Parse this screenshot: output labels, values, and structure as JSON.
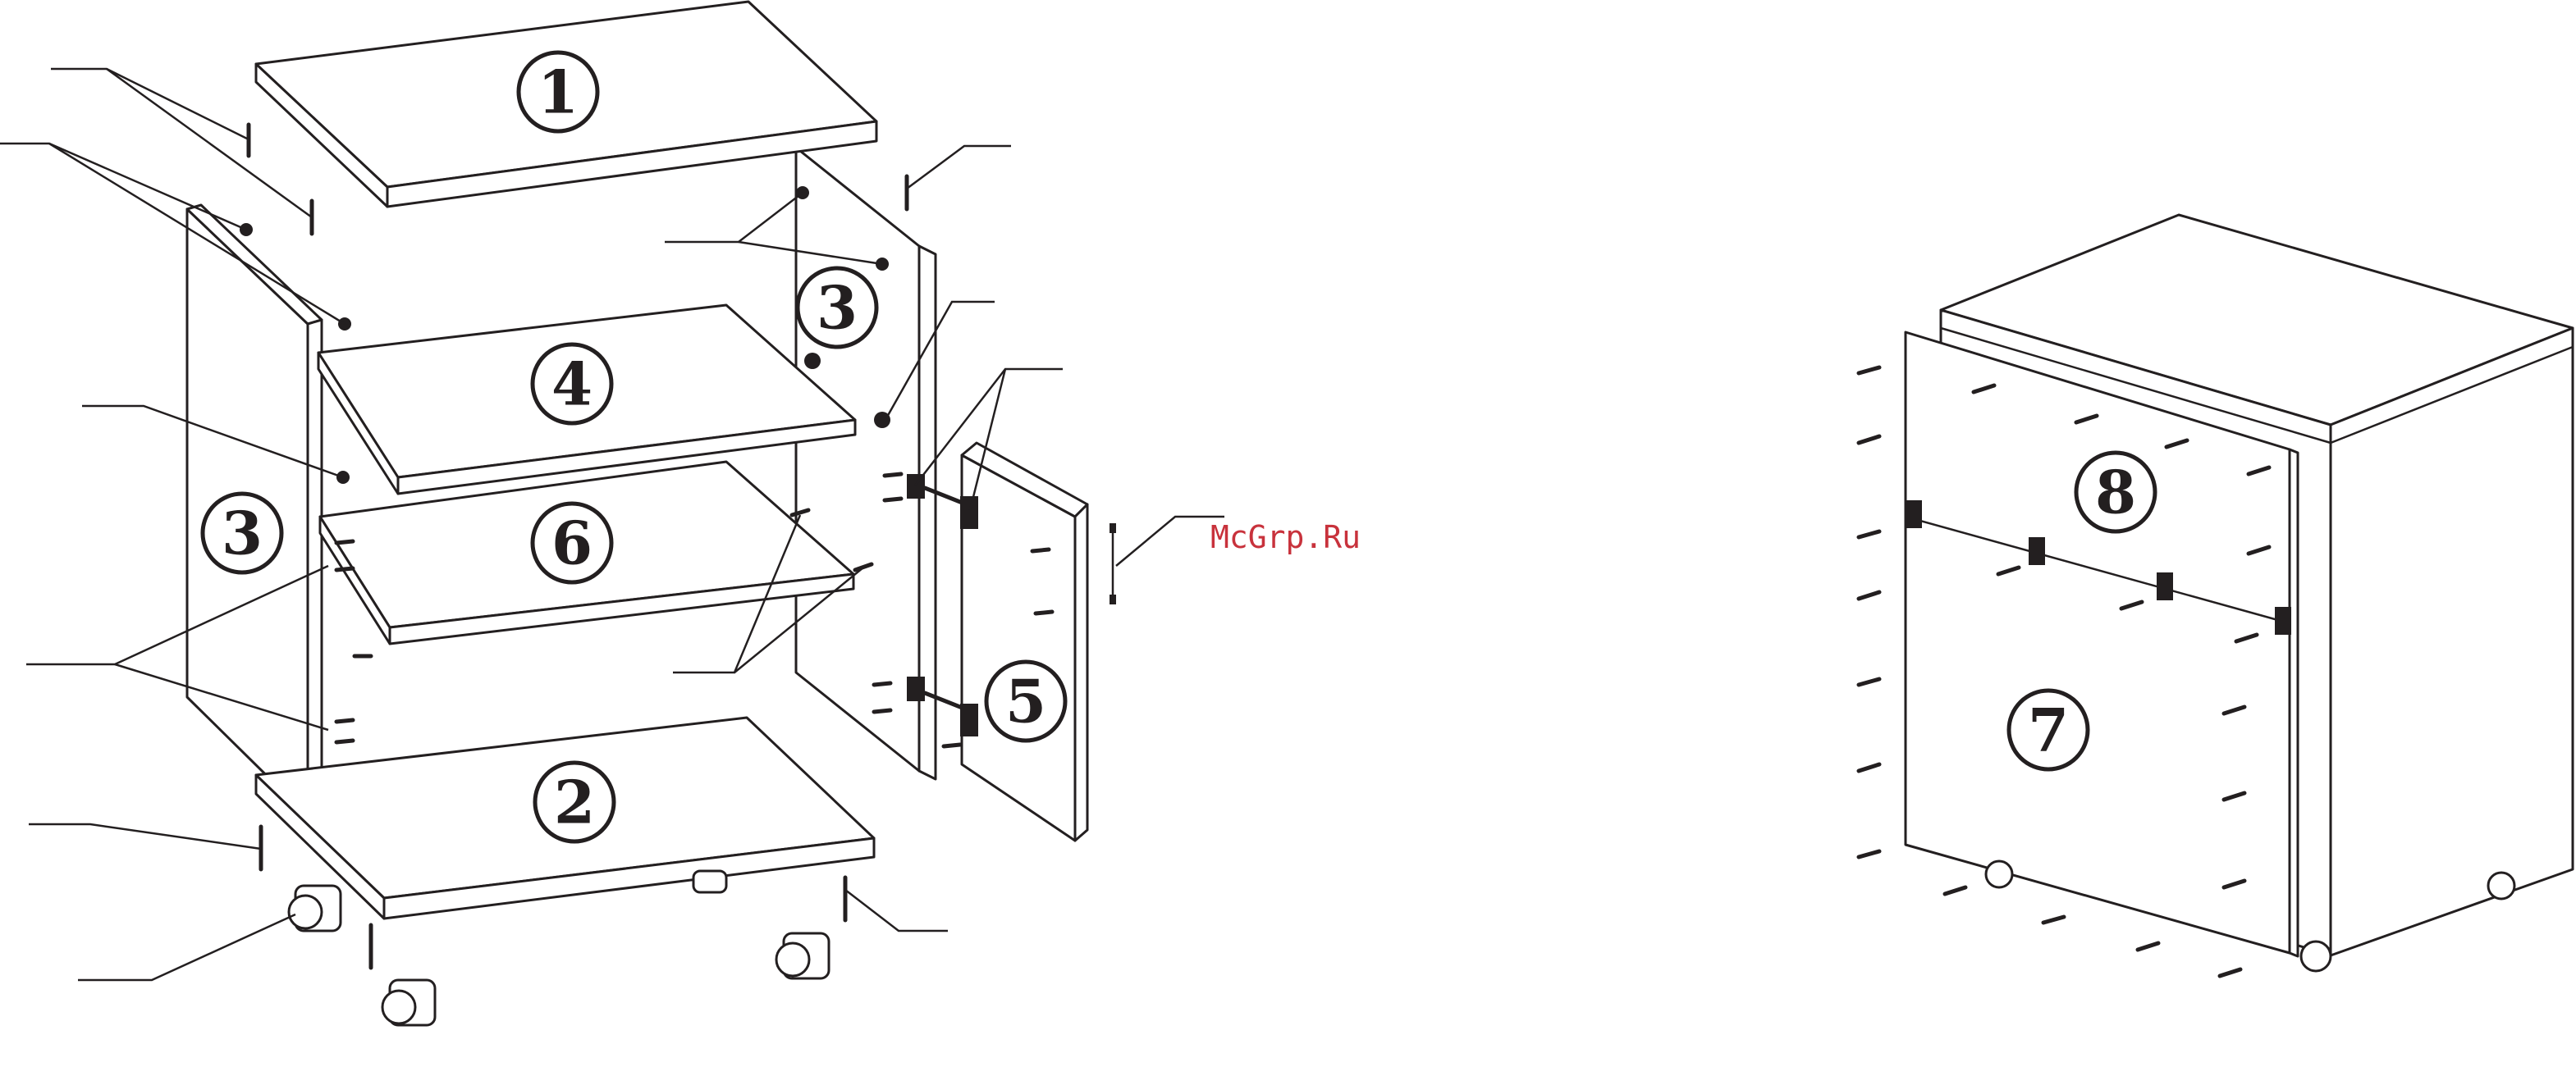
{
  "watermark": "McGrp.Ru",
  "part_labels": [
    "1",
    "2",
    "3",
    "3",
    "4",
    "5",
    "6",
    "7",
    "8"
  ],
  "colors": {
    "line": "#231f20",
    "watermark": "#c8323c",
    "background": "#ffffff"
  }
}
